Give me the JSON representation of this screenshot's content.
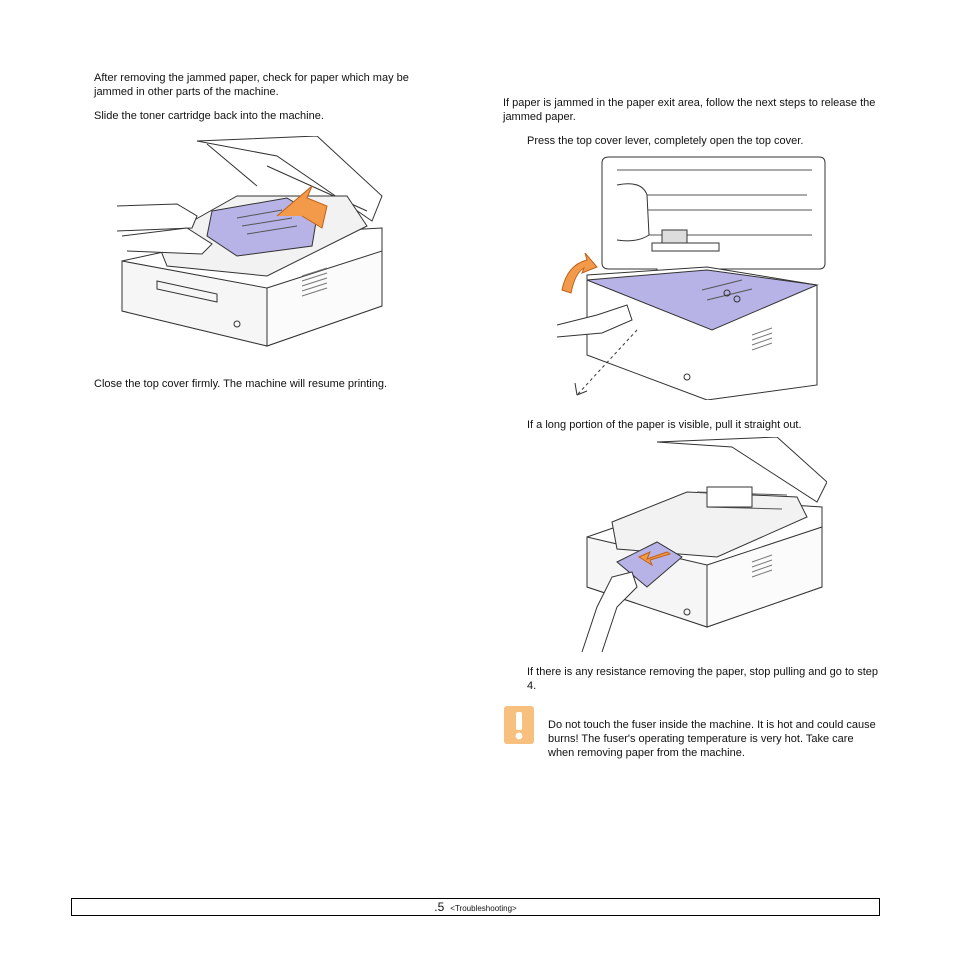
{
  "left_column": {
    "para_after_removing": "After removing the jammed paper, check for paper which may be jammed in other parts of the machine.",
    "para_slide_toner": "Slide the toner cartridge back into the machine.",
    "para_close_cover": "Close the top cover firmly. The machine will resume printing."
  },
  "right_column": {
    "para_exit_area": "If paper is jammed in the paper exit area, follow the next steps to release the jammed paper.",
    "step_press_lever": "Press the top cover lever, completely open the top cover.",
    "step_pull_out": "If a long portion of the paper is visible, pull it straight out.",
    "step_resistance": "If there is any resistance removing the paper, stop pulling and go to step 4."
  },
  "caution": {
    "icon": "exclamation-caution-icon",
    "text": "Do not touch the fuser inside the machine. It is hot and could cause burns! The fuser's operating temperature is very hot. Take care when removing paper from the machine."
  },
  "footer": {
    "page_number": ".5",
    "section": "<Troubleshooting>"
  },
  "colors": {
    "toner_purple": "#b7b3e6",
    "arrow_orange": "#f39a4a",
    "caution_orange": "#f7c07f",
    "line_gray": "#333333"
  }
}
